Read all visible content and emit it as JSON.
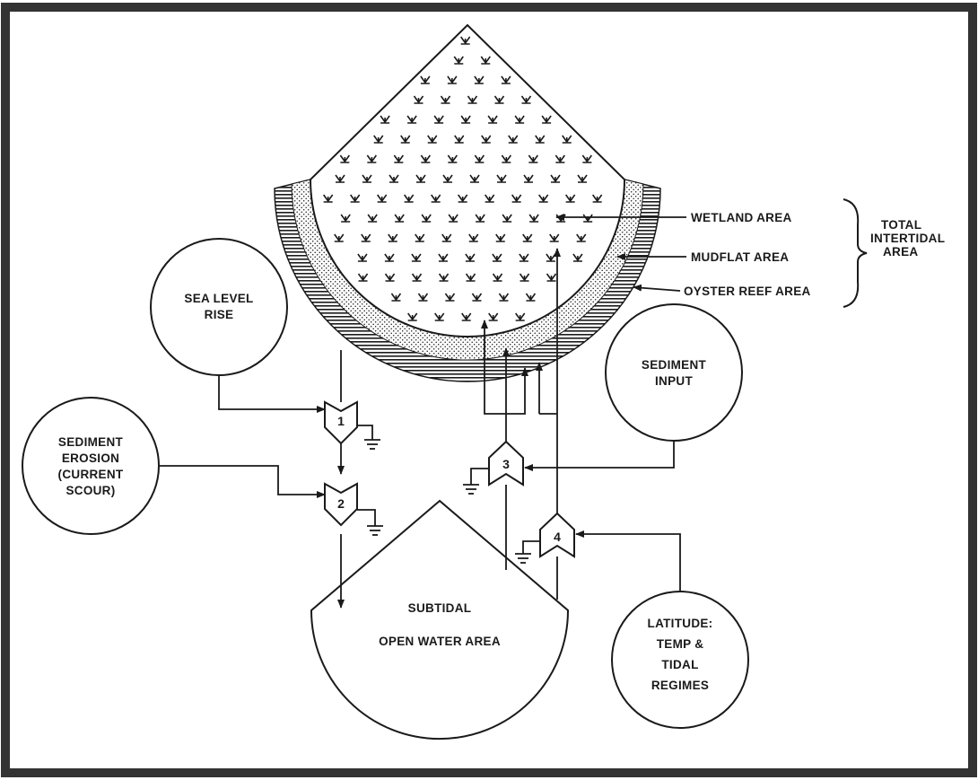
{
  "labels": {
    "wetland": "WETLAND AREA",
    "mudflat": "MUDFLAT AREA",
    "oyster": "OYSTER REEF AREA",
    "total_1": "TOTAL",
    "total_2": "INTERTIDAL",
    "total_3": "AREA",
    "subtidal_1": "SUBTIDAL",
    "subtidal_2": "OPEN WATER AREA"
  },
  "sources": {
    "sea_level_1": "SEA LEVEL",
    "sea_level_2": "RISE",
    "erosion_1": "SEDIMENT",
    "erosion_2": "EROSION",
    "erosion_3": "(CURRENT",
    "erosion_4": "SCOUR)",
    "sediment_input_1": "SEDIMENT",
    "sediment_input_2": "INPUT",
    "latitude_1": "LATITUDE:",
    "latitude_2": "TEMP &",
    "latitude_3": "TIDAL",
    "latitude_4": "REGIMES"
  },
  "valves": {
    "v1": "1",
    "v2": "2",
    "v3": "3",
    "v4": "4"
  },
  "colors": {
    "ink": "#1a1a1a",
    "paper": "#ffffff",
    "frame": "#333333"
  }
}
